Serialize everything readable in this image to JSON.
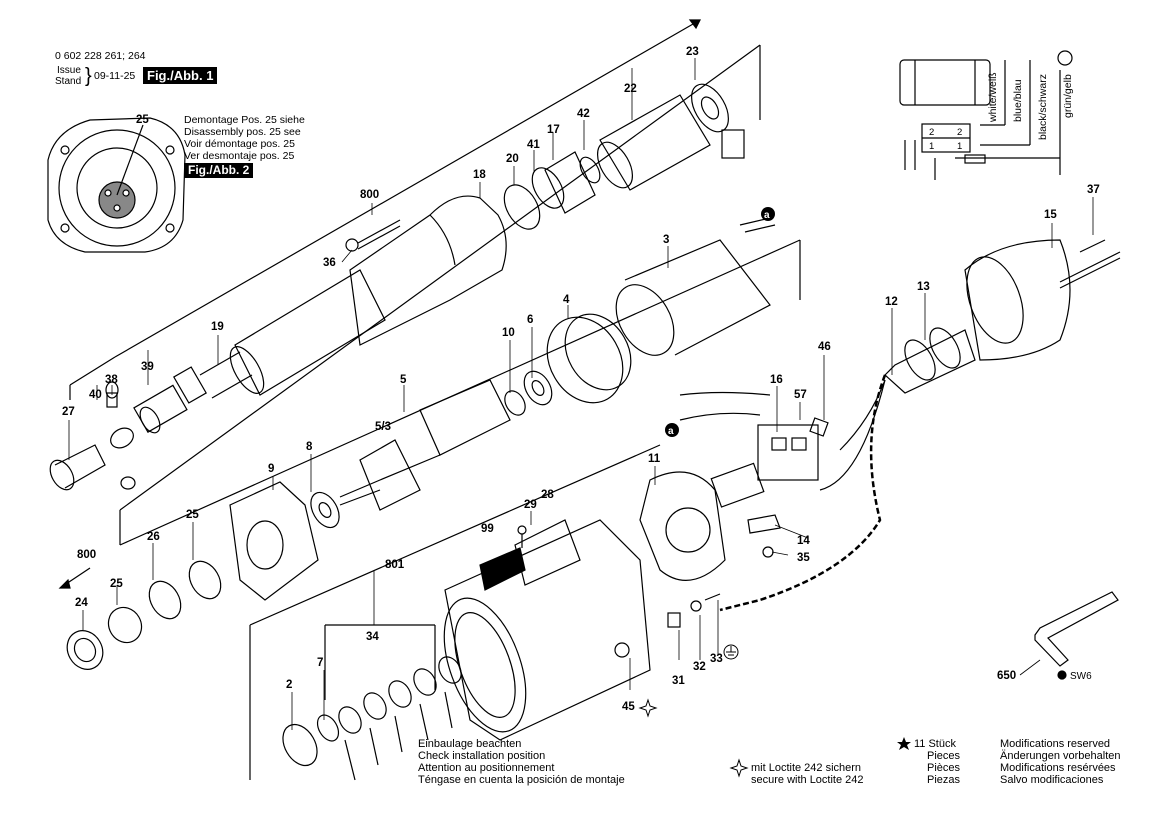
{
  "header": {
    "part_number": "0 602 228 261; 264",
    "issue_label": "Issue",
    "stand_label": "Stand",
    "date": "09-11-25",
    "fig1": "Fig./Abb. 1",
    "fig2": "Fig./Abb. 2"
  },
  "note_demontage": [
    "Demontage Pos. 25 siehe",
    "Disassembly pos. 25 see",
    "Voir démontage pos. 25",
    "Ver desmontaje pos. 25"
  ],
  "wiring": {
    "wire_labels": [
      "white/weiß",
      "blue/blau",
      "black/schwarz",
      "grün/gelb"
    ],
    "terminal_rows": [
      "2",
      "2",
      "1",
      "1"
    ]
  },
  "labels": {
    "p23": "23",
    "p22": "22",
    "p42": "42",
    "p17": "17",
    "p41": "41",
    "p20": "20",
    "p18": "18",
    "p800a": "800",
    "p36": "36",
    "p19": "19",
    "p39": "39",
    "p38": "38",
    "p40": "40",
    "p27": "27",
    "p25a": "25",
    "pa1": "a",
    "p3": "3",
    "p4": "4",
    "p6": "6",
    "p10": "10",
    "p5": "5",
    "p53": "5/3",
    "p8": "8",
    "p9": "9",
    "p37": "37",
    "p15": "15",
    "p12": "12",
    "p13": "13",
    "p46": "46",
    "p16": "16",
    "p57": "57",
    "pa2": "a",
    "p11": "11",
    "p14": "14",
    "p35": "35",
    "p28": "28",
    "p29": "29",
    "p99": "99",
    "p801": "801",
    "p800b": "800",
    "p26": "26",
    "p25b": "25",
    "p25c": "25",
    "p24": "24",
    "p34": "34",
    "p7": "7",
    "p2": "2",
    "p45": "45",
    "p31": "31",
    "p32": "32",
    "p33": "33",
    "p650": "650",
    "sw": "SW6"
  },
  "footer": {
    "mount_note": [
      "Einbaulage beachten",
      "Check installation position",
      "Attention au positionnement",
      "Téngase en cuenta la posición de montaje"
    ],
    "loctite_note": [
      "mit Loctite 242 sichern",
      "secure with Loctite 242"
    ],
    "pieces_qty": "11 Stück",
    "pieces": [
      "Pieces",
      "Pièces",
      "Piezas"
    ],
    "modifications": [
      "Modifications reserved",
      "Änderungen vorbehalten",
      "Modifications resérvées",
      "Salvo modificaciones"
    ]
  }
}
